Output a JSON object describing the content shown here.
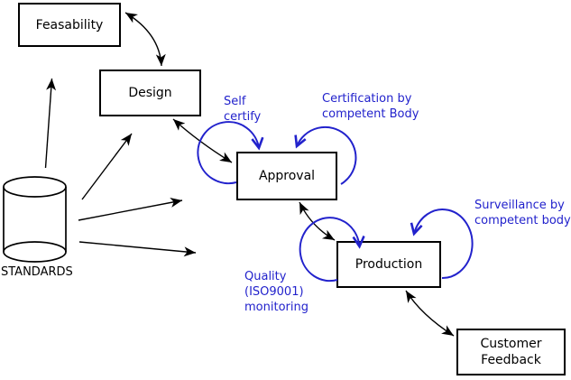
{
  "diagram": {
    "nodes": {
      "feasability": {
        "label": "Feasability"
      },
      "design": {
        "label": "Design"
      },
      "approval": {
        "label": "Approval"
      },
      "production": {
        "label": "Production"
      },
      "customer_feedback": {
        "line1": "Customer",
        "line2": "Feedback"
      },
      "standards": {
        "label": "STANDARDS",
        "shape": "cylinder"
      }
    },
    "annotations": {
      "self_certify": {
        "line1": "Self",
        "line2": "certify"
      },
      "certification": {
        "line1": "Certification by",
        "line2": "competent Body"
      },
      "surveillance": {
        "line1": "Surveillance by",
        "line2": "competent body"
      },
      "quality_monitoring": {
        "line1": "Quality",
        "line2": "(ISO9001)",
        "line3": "monitoring"
      }
    },
    "edges": [
      "Feasability <-> Design",
      "Design <-> Approval",
      "Approval <-> Production",
      "Production <-> Customer Feedback",
      "STANDARDS -> Feasability",
      "STANDARDS -> Design",
      "STANDARDS -> Approval",
      "STANDARDS -> Production",
      "Approval self-loop: Self certify",
      "Approval self-loop: Certification by competent Body",
      "Production self-loop: Quality (ISO9001) monitoring",
      "Production self-loop: Surveillance by competent body"
    ],
    "colors": {
      "annotation_blue": "#2222cc",
      "line_black": "#000000",
      "background": "#ffffff"
    }
  }
}
